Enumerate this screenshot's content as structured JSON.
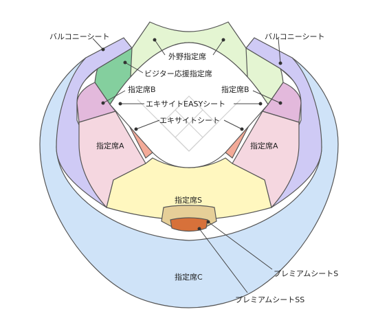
{
  "labels": {
    "balcony_left": "バルコニーシート",
    "balcony_right": "バルコニーシート",
    "outfield": "外野指定席",
    "bigstar": "ビジター応援指定席",
    "seat_b_left": "指定席B",
    "seat_b_right": "指定席B",
    "easy": "エキサイトEASYシート",
    "excite": "エキサイトシート",
    "seat_a_left": "指定席A",
    "seat_a_right": "指定席A",
    "seat_s": "指定席S",
    "premium_s": "プレミアムシートS",
    "premium_ss": "プレミアムシートSS",
    "seat_c": "指定席C"
  },
  "colors": {
    "seat_c": "#cfe3f8",
    "balcony": "#cfcaf5",
    "outfield": "#e4f5d2",
    "bigstar": "#84cf9e",
    "seat_b": "#e3b9dc",
    "seat_a": "#f5d7e0",
    "excite": "#f3aa98",
    "easy": "#8a9a6e",
    "seat_s": "#fff7bf",
    "premium_s": "#e6cf98",
    "premium_ss": "#d7713a"
  }
}
